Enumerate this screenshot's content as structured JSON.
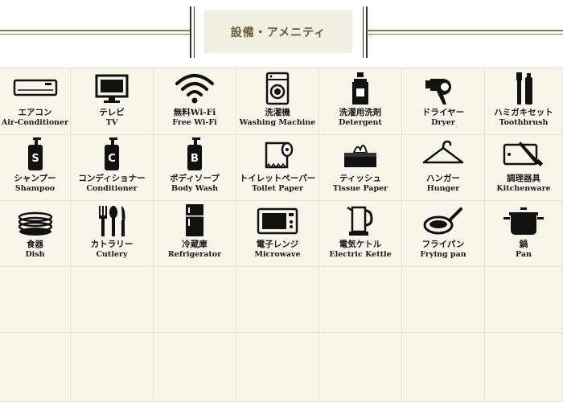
{
  "section": {
    "title": "設備・アメニティ"
  },
  "colors": {
    "accent": "#8a7a52",
    "panel": "#f8f6ea",
    "title_bg": "#f1efe3"
  },
  "amenities": [
    {
      "jp": "エアコン",
      "en": "Air-Conditioner",
      "icon": "air-conditioner-icon"
    },
    {
      "jp": "テレビ",
      "en": "TV",
      "icon": "tv-icon"
    },
    {
      "jp": "無料Wi-Fi",
      "en": "Free Wi-Fi",
      "icon": "wifi-icon"
    },
    {
      "jp": "洗濯機",
      "en": "Washing Machine",
      "icon": "washing-machine-icon"
    },
    {
      "jp": "洗濯用洗剤",
      "en": "Detergent",
      "icon": "detergent-icon"
    },
    {
      "jp": "ドライヤー",
      "en": "Dryer",
      "icon": "hair-dryer-icon"
    },
    {
      "jp": "ハミガキセット",
      "en": "Toothbrush",
      "icon": "toothbrush-icon"
    },
    {
      "jp": "シャンプー",
      "en": "Shampoo",
      "icon": "shampoo-bottle-icon",
      "letter": "S"
    },
    {
      "jp": "コンディショナー",
      "en": "Conditioner",
      "icon": "conditioner-bottle-icon",
      "letter": "C"
    },
    {
      "jp": "ボディソープ",
      "en": "Body Wash",
      "icon": "body-wash-bottle-icon",
      "letter": "B"
    },
    {
      "jp": "トイレットペーパー",
      "en": "Toilet Paper",
      "icon": "toilet-paper-icon"
    },
    {
      "jp": "ティッシュ",
      "en": "Tissue Paper",
      "icon": "tissue-box-icon"
    },
    {
      "jp": "ハンガー",
      "en": "Hunger",
      "icon": "hanger-icon"
    },
    {
      "jp": "調理器具",
      "en": "Kitchenware",
      "icon": "cutting-board-knife-icon"
    },
    {
      "jp": "食器",
      "en": "Dish",
      "icon": "dishes-icon"
    },
    {
      "jp": "カトラリー",
      "en": "Cutlery",
      "icon": "cutlery-icon"
    },
    {
      "jp": "冷蔵庫",
      "en": "Refrigerator",
      "icon": "refrigerator-icon"
    },
    {
      "jp": "電子レンジ",
      "en": "Microwave",
      "icon": "microwave-icon"
    },
    {
      "jp": "電気ケトル",
      "en": "Electric Kettle",
      "icon": "electric-kettle-icon"
    },
    {
      "jp": "フライパン",
      "en": "Frying pan",
      "icon": "frying-pan-icon"
    },
    {
      "jp": "鍋",
      "en": "Pan",
      "icon": "pot-icon"
    }
  ]
}
